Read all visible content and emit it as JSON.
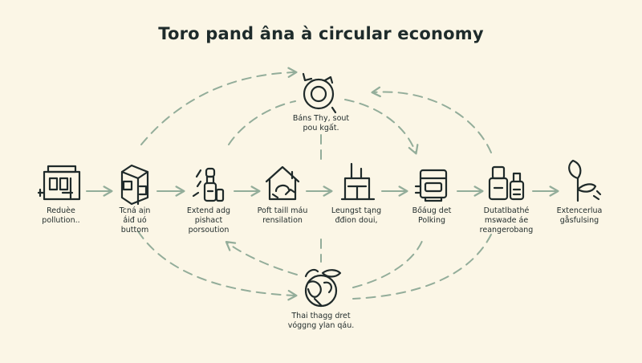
{
  "title": "Toro pand âna à circular economy",
  "colors": {
    "background": "#fbf6e6",
    "arrow": "#93ad9a",
    "icon": "#1f2a2a"
  },
  "center_top": {
    "icon": "recycle-icon",
    "lines": [
      "Báns Thy, sout",
      "pou kgất."
    ]
  },
  "center_bottom": {
    "icon": "globe-leaves-icon",
    "lines": [
      "Thai thagg dret",
      "vóggng ylan qáu."
    ]
  },
  "steps": [
    {
      "icon": "factory-icon",
      "lines": [
        "Reduèe",
        "pollution.."
      ]
    },
    {
      "icon": "package-icon",
      "lines": [
        "Tcná aịn",
        "ắiđ uó",
        "buttom"
      ]
    },
    {
      "icon": "bottles-icon",
      "lines": [
        "Extend adg",
        "pishact",
        "porsoution"
      ]
    },
    {
      "icon": "house-recycle-icon",
      "lines": [
        "Poft taill máu",
        "rensilation"
      ]
    },
    {
      "icon": "machine-icon",
      "lines": [
        "Leungst tąng",
        "đđion doui,"
      ]
    },
    {
      "icon": "container-icon",
      "lines": [
        "Bőáug det",
        "Polking"
      ]
    },
    {
      "icon": "jars-icon",
      "lines": [
        "Dutatlbathé",
        "mswade áe",
        "reangerobang"
      ]
    },
    {
      "icon": "plant-icon",
      "lines": [
        "Extencerlua",
        "gåsfulsing"
      ]
    }
  ]
}
